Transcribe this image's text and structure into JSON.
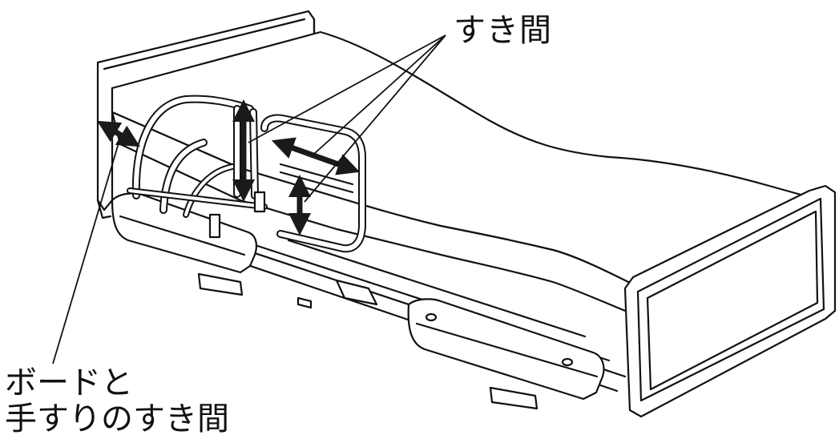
{
  "labels": {
    "gap": "すき間",
    "board_gap_line1": "ボードと",
    "board_gap_line2": "手すりのすき間"
  },
  "colors": {
    "ink": "#111111",
    "paper": "#ffffff",
    "arrow_fill": "#1a1a1a"
  },
  "icons": {
    "gap_arrow": "double-headed-arrow-icon"
  }
}
